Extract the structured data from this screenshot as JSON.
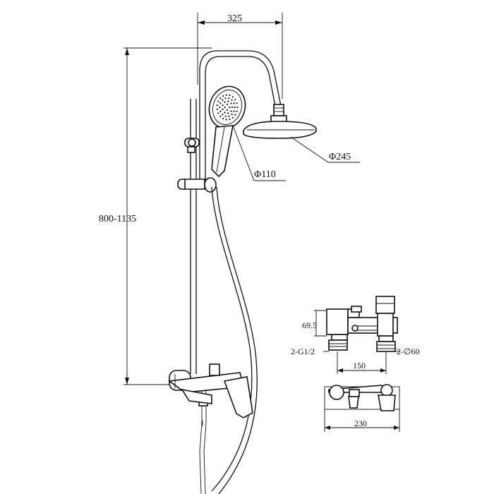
{
  "dimensions": {
    "arm_width": "325",
    "height_range": "800-1135",
    "hand_shower_diameter": "Φ110",
    "head_shower_diameter": "Φ245",
    "valve_height": "69.5",
    "inlet_thread": "2-G1/2",
    "escutcheon_diameter": "2-∅60",
    "inlet_centers": "150",
    "valve_length": "230"
  },
  "colors": {
    "line": "#111111",
    "background": "#ffffff"
  }
}
